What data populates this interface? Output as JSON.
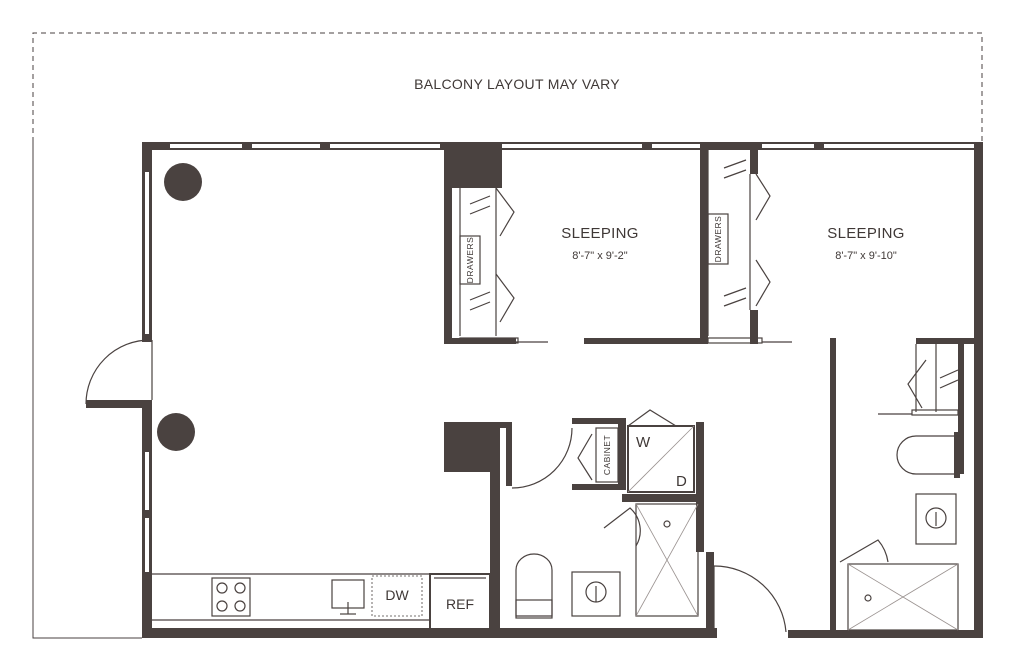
{
  "balcony": {
    "note": "BALCONY LAYOUT MAY VARY"
  },
  "rooms": [
    {
      "name": "SLEEPING",
      "dimensions": "8'-7\" x 9'-2\""
    },
    {
      "name": "SLEEPING",
      "dimensions": "8'-7\" x 9'-10\""
    }
  ],
  "fixtures": {
    "drawers_label": "DRAWERS",
    "cabinet_label": "CABINET",
    "dishwasher_label": "DW",
    "refrigerator_label": "REF",
    "washer_label": "W",
    "dryer_label": "D"
  },
  "colors": {
    "wall": "#4a4240",
    "text": "#3f3836",
    "background": "#ffffff"
  }
}
